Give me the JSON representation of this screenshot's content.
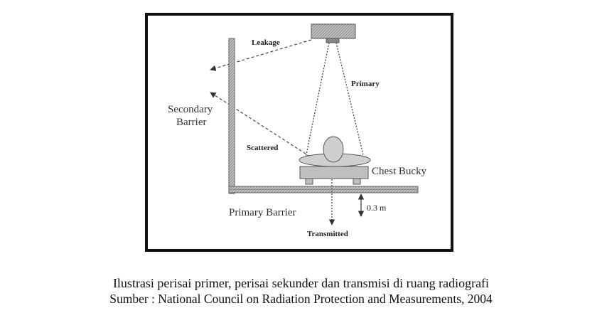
{
  "diagram": {
    "labels": {
      "leakage": "Leakage",
      "primary": "Primary",
      "secondary_barrier_line1": "Secondary",
      "secondary_barrier_line2": "Barrier",
      "scattered": "Scattered",
      "chest_bucky": "Chest Bucky",
      "primary_barrier": "Primary Barrier",
      "distance": "0.3 m",
      "transmitted": "Transmitted"
    }
  },
  "caption": {
    "title": "Ilustrasi perisai primer, perisai sekunder dan transmisi di ruang radiografi",
    "source": "Sumber : National Council on Radiation Protection and Measurements, 2004"
  }
}
